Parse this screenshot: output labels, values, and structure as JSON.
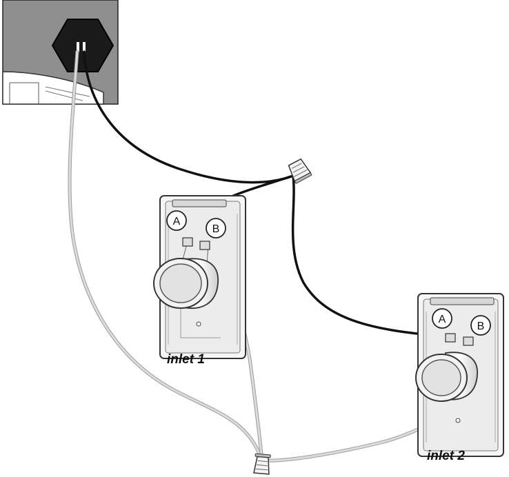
{
  "inlets": [
    {
      "caption": "inlet 1",
      "terminal_a": "A",
      "terminal_b": "B"
    },
    {
      "caption": "inlet 2",
      "terminal_a": "A",
      "terminal_b": "B"
    }
  ],
  "colors": {
    "black_wire": "#111111",
    "white_wire": "#d6d6d6",
    "power_unit_panel": "#8f8f8f",
    "plate": "#f2f2f2",
    "outline": "#3a3a3a"
  }
}
